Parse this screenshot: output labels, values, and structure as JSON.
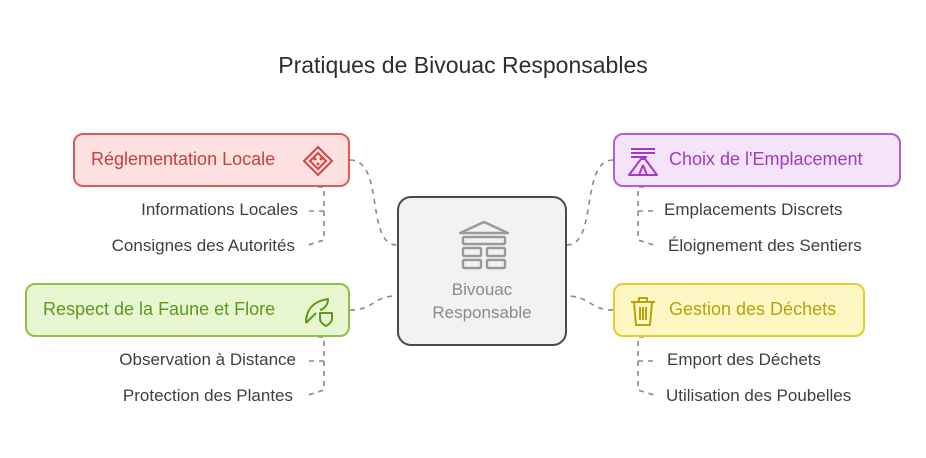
{
  "title": "Pratiques de Bivouac Responsables",
  "center": {
    "label_line1": "Bivouac",
    "label_line2": "Responsable",
    "icon": "stacked-structure-icon"
  },
  "topics": {
    "reglementation": {
      "label": "Réglementation Locale",
      "icon": "road-sign-icon",
      "color": "#e5585a",
      "items": [
        "Informations Locales",
        "Consignes des Autorités"
      ]
    },
    "faune": {
      "label": "Respect de la Faune et Flore",
      "icon": "leaf-shield-icon",
      "color": "#8bc34a",
      "items": [
        "Observation à Distance",
        "Protection des Plantes"
      ]
    },
    "choix": {
      "label": "Choix de l'Emplacement",
      "icon": "tent-icon",
      "color": "#b45fd1",
      "items": [
        "Emplacements Discrets",
        "Éloignement des Sentiers"
      ]
    },
    "dechets": {
      "label": "Gestion des Déchets",
      "icon": "trash-can-icon",
      "color": "#e2cf2c",
      "items": [
        "Emport des Déchets",
        "Utilisation des Poubelles"
      ]
    }
  }
}
